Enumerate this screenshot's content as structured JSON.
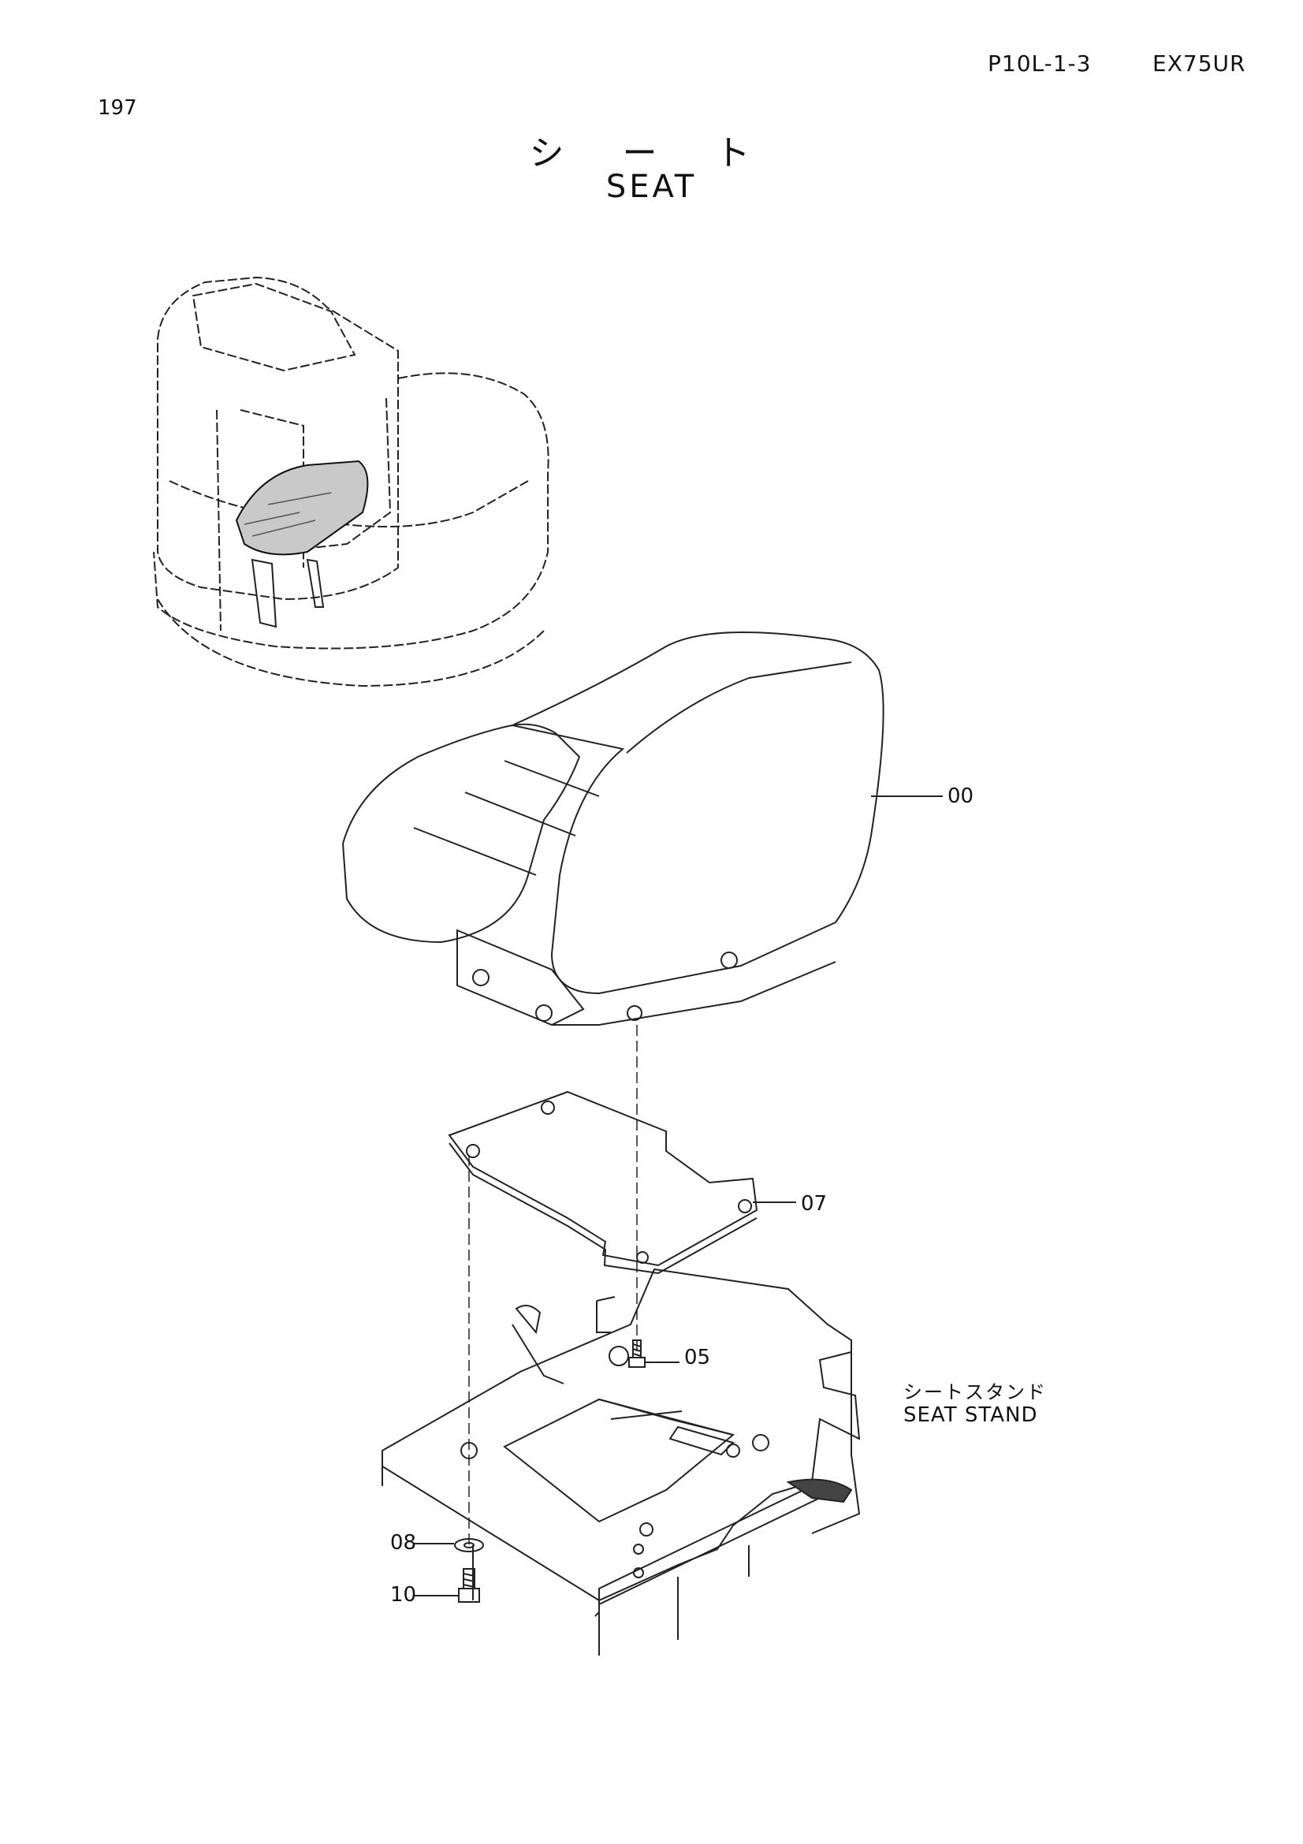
{
  "header": {
    "code": "P10L-1-3",
    "model": "EX75UR",
    "page_number": "197"
  },
  "title": {
    "japanese": "シ ー ト",
    "english": "SEAT"
  },
  "callouts": {
    "c00": "00",
    "c07": "07",
    "c05": "05",
    "c08": "08",
    "c10": "10"
  },
  "seat_stand": {
    "japanese": "シートスタンド",
    "english": "SEAT STAND"
  }
}
